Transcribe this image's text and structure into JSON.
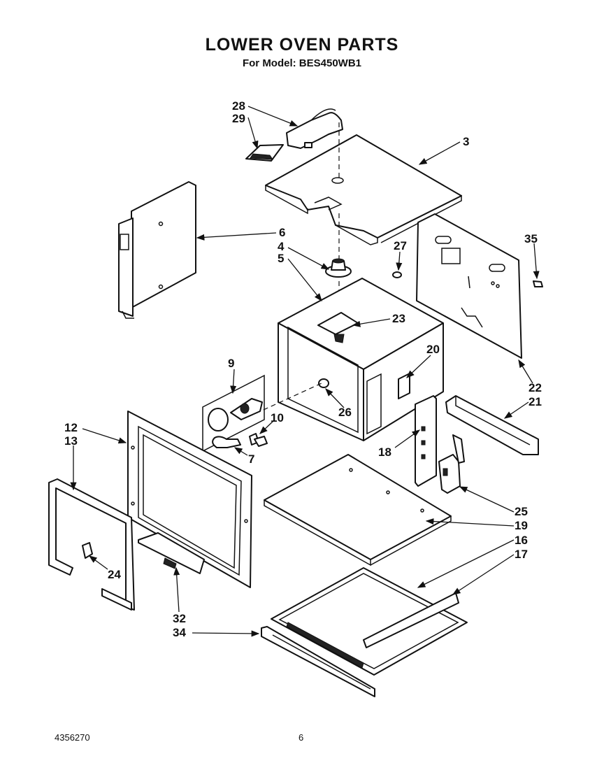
{
  "header": {
    "title": "LOWER OVEN PARTS",
    "subtitle": "For Model: BES450WB1"
  },
  "footer": {
    "left_code": "4356270",
    "page_number": "6"
  },
  "callouts": {
    "n28": "28",
    "n29": "29",
    "n3": "3",
    "n6": "6",
    "n4": "4",
    "n5": "5",
    "n27": "27",
    "n35": "35",
    "n23": "23",
    "n20": "20",
    "n9": "9",
    "n26": "26",
    "n22": "22",
    "n21": "21",
    "n10": "10",
    "n7": "7",
    "n12": "12",
    "n13": "13",
    "n18": "18",
    "n25": "25",
    "n19": "19",
    "n16": "16",
    "n17": "17",
    "n24": "24",
    "n32": "32",
    "n34": "34"
  }
}
